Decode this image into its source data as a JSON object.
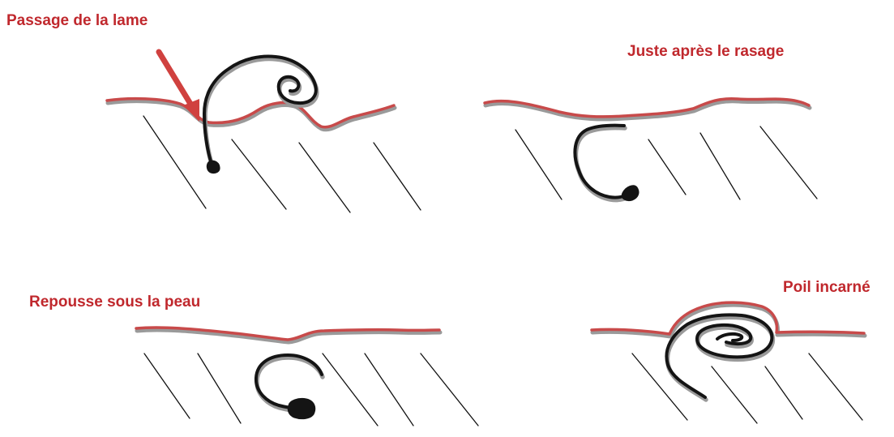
{
  "colors": {
    "caption": "#c0282d",
    "skin": "#c84a4a",
    "hair": "#141414",
    "arrow": "#d0413f",
    "tissue": "#111111"
  },
  "panels": [
    {
      "caption": "Passage de la lame",
      "icon": "razor-blade-arrow-icon"
    },
    {
      "caption": "Juste après le rasage"
    },
    {
      "caption": "Repousse sous la peau"
    },
    {
      "caption": "Poil incarné"
    }
  ]
}
